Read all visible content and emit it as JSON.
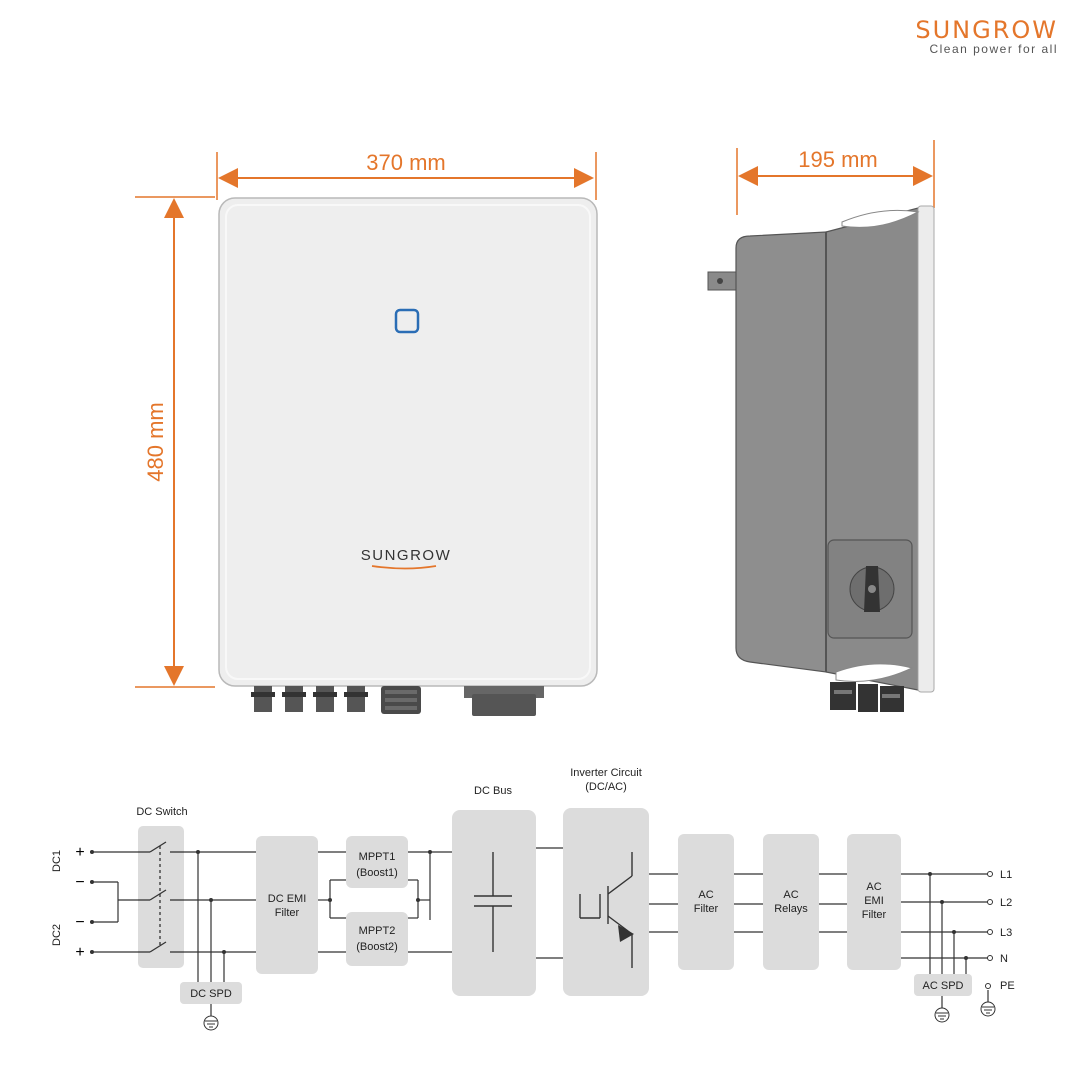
{
  "brand": {
    "name": "SUNGROW",
    "tagline": "Clean power for all"
  },
  "product": {
    "front_logo": "SUNGROW",
    "status_icon": "square-led-icon"
  },
  "dimensions": {
    "width": "370 mm",
    "height": "480 mm",
    "depth": "195 mm"
  },
  "diagram": {
    "inputs": {
      "dc1": "DC1",
      "dc2": "DC2",
      "plus": "+",
      "minus": "−"
    },
    "blocks": {
      "dc_switch": "DC Switch",
      "dc_spd": "DC SPD",
      "dc_emi_filter": [
        "DC EMI",
        "Filter"
      ],
      "mppt1": [
        "MPPT1",
        "(Boost1)"
      ],
      "mppt2": [
        "MPPT2",
        "(Boost2)"
      ],
      "dc_bus": "DC Bus",
      "inverter_circuit": [
        "Inverter Circuit",
        "(DC/AC)"
      ],
      "ac_filter": [
        "AC",
        "Filter"
      ],
      "ac_relays": [
        "AC",
        "Relays"
      ],
      "ac_emi_filter": [
        "AC",
        "EMI",
        "Filter"
      ],
      "ac_spd": "AC SPD"
    },
    "outputs": [
      "L1",
      "L2",
      "L3",
      "N",
      "PE"
    ]
  },
  "colors": {
    "accent": "#e4762b",
    "led": "#2a6db5",
    "housing": "#ececec",
    "side_body": "#8a8a8a"
  }
}
